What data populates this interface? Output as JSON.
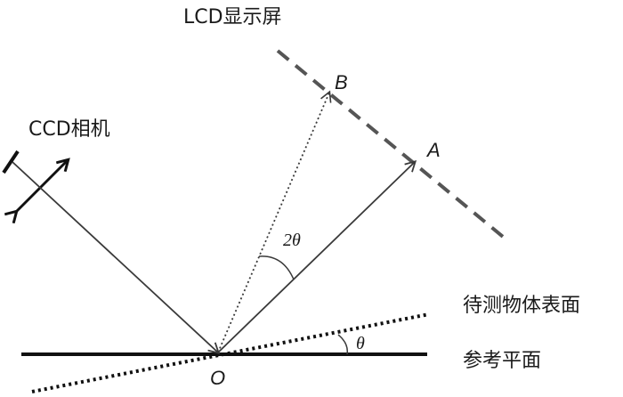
{
  "labels": {
    "lcd": "LCD显示屏",
    "ccd": "CCD相机",
    "point_a": "A",
    "point_b": "B",
    "point_o": "O",
    "angle_2theta": "2θ",
    "angle_theta": "θ",
    "surface": "待测物体表面",
    "reference": "参考平面"
  },
  "colors": {
    "line": "#3a3a3a",
    "dark": "#111111",
    "dashed": "#555555"
  }
}
